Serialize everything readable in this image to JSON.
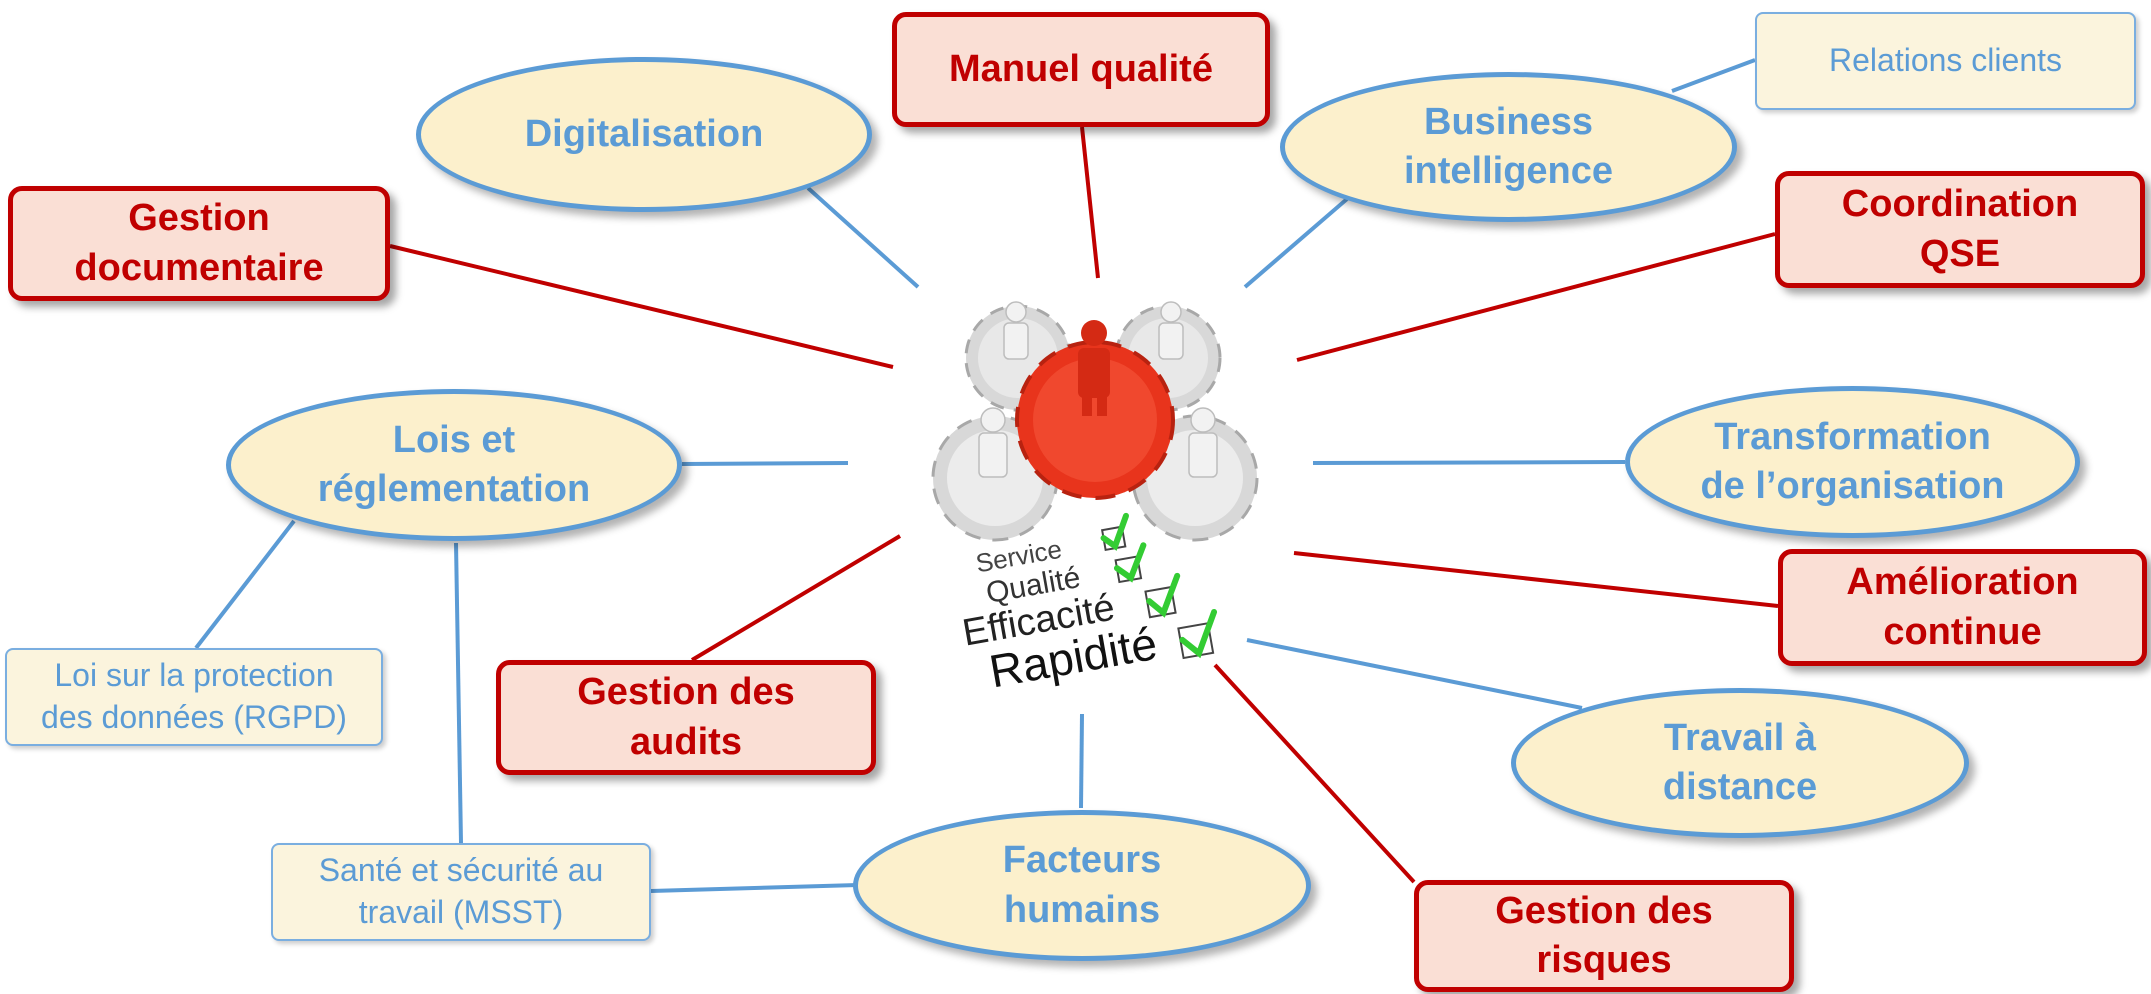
{
  "colors": {
    "red_border": "#c00000",
    "red_fill": "#fadfd5",
    "blue_border": "#5b9bd5",
    "yellow_fill": "#fcf0cc",
    "light_fill": "#fbf4dd",
    "center_gear_red": "#e8341c",
    "gear_grey": "#d8d8d8",
    "check_green": "#33cc33"
  },
  "center": {
    "image_label": "gears-team-illustration",
    "words": [
      "Service",
      "Qualité",
      "Efficacité",
      "Rapidité"
    ]
  },
  "nodes": {
    "manuel_qualite": "Manuel qualité",
    "digitalisation": "Digitalisation",
    "business_intelligence": "Business\nintelligence",
    "relations_clients": "Relations clients",
    "gestion_documentaire": "Gestion\ndocumentaire",
    "coordination_qse": "Coordination\nQSE",
    "lois_reglementation": "Lois et\nréglementation",
    "transformation": "Transformation\nde l’organisation",
    "amelioration": "Amélioration\ncontinue",
    "loi_protection": "Loi sur la protection\ndes données (RGPD)",
    "gestion_audits": "Gestion des\naudits",
    "travail_distance": "Travail à\ndistance",
    "sante_securite": "Santé et sécurité au\ntravail (MSST)",
    "facteurs_humains": "Facteurs\nhumains",
    "gestion_risques": "Gestion des\nrisques"
  }
}
